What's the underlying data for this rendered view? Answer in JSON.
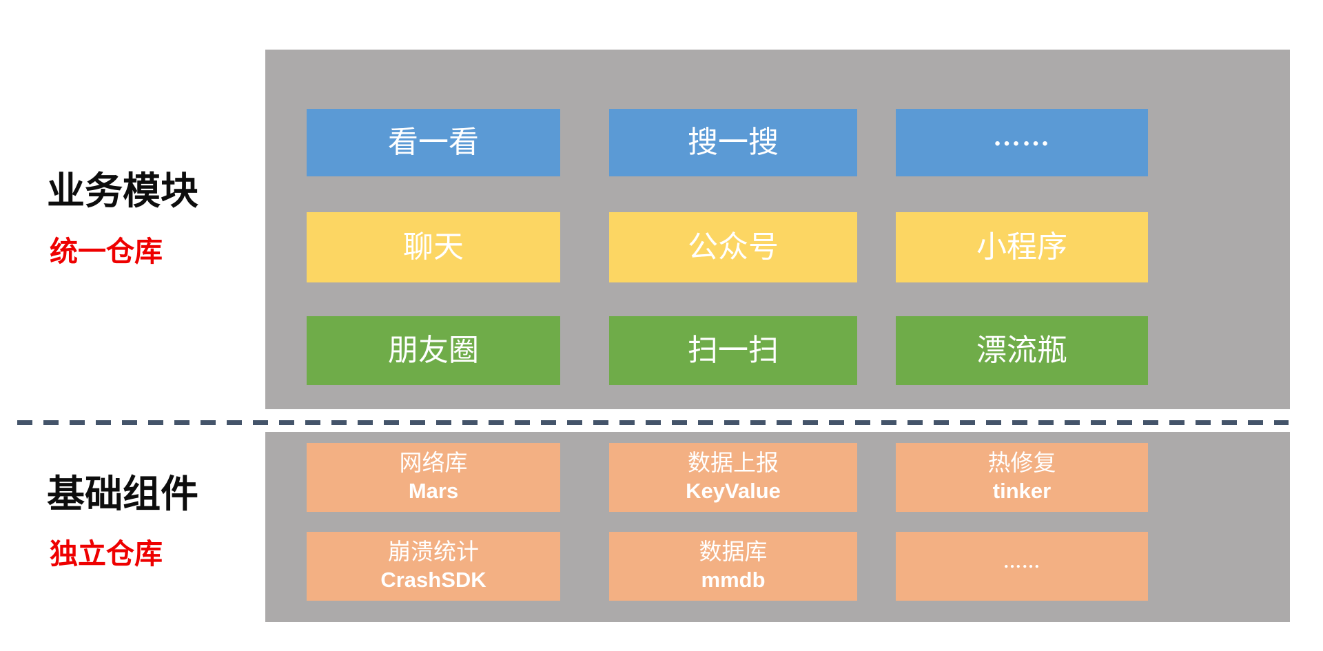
{
  "diagram": {
    "sections": {
      "business": {
        "label": "业务模块",
        "repo_note": "统一仓库",
        "rows": [
          {
            "name": "blue-row",
            "items": [
              "看一看",
              "搜一搜",
              "……"
            ]
          },
          {
            "name": "yellow-row",
            "items": [
              "聊天",
              "公众号",
              "小程序"
            ]
          },
          {
            "name": "green-row",
            "items": [
              "朋友圈",
              "扫一扫",
              "漂流瓶"
            ]
          }
        ]
      },
      "base": {
        "label": "基础组件",
        "repo_note": "独立仓库",
        "rows": [
          {
            "items": [
              {
                "zh": "网络库",
                "en": "Mars"
              },
              {
                "zh": "数据上报",
                "en": "KeyValue"
              },
              {
                "zh": "热修复",
                "en": "tinker"
              }
            ]
          },
          {
            "items": [
              {
                "zh": "崩溃统计",
                "en": "CrashSDK"
              },
              {
                "zh": "数据库",
                "en": "mmdb"
              },
              {
                "zh": "……",
                "en": ""
              }
            ]
          }
        ]
      }
    },
    "colors": {
      "panel_gray": "#ACAAAA",
      "blue": "#5B9AD5",
      "yellow": "#FCD663",
      "green": "#6FAC49",
      "orange": "#F3B083",
      "divider": "#44546A",
      "note_red": "#EE0000",
      "title_black": "#0D0D0D",
      "box_text": "#FFFFFF"
    }
  }
}
